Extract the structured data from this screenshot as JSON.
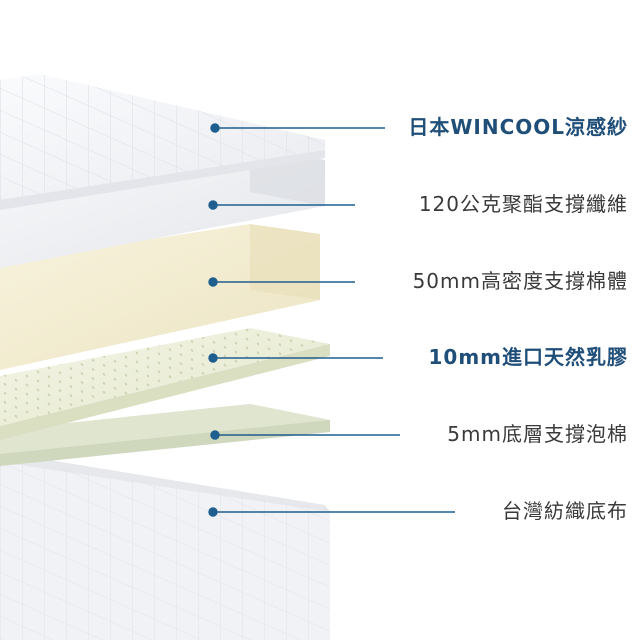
{
  "colors": {
    "line": "#1f5f8f",
    "text": "#3a3a3a",
    "bold_text": "#1f4e79",
    "quilt_top": "#f4f5f8",
    "fiber": "#f0f1f3",
    "foam": "#f4eed6",
    "latex": "#eff1dc",
    "base_foam": "#e7ecd9",
    "fabric": "#f5f6f8"
  },
  "layers": [
    {
      "name": "wincool",
      "label": "日本WINCOOL涼感紗",
      "bold": true
    },
    {
      "name": "fiber",
      "label": "120公克聚酯支撐纖維",
      "bold": false
    },
    {
      "name": "foam",
      "label": "50mm高密度支撐棉體",
      "bold": false
    },
    {
      "name": "latex",
      "label": "10mm進口天然乳膠",
      "bold": true
    },
    {
      "name": "base-foam",
      "label": "5mm底層支撐泡棉",
      "bold": false
    },
    {
      "name": "fabric",
      "label": "台灣紡織底布",
      "bold": false
    }
  ]
}
